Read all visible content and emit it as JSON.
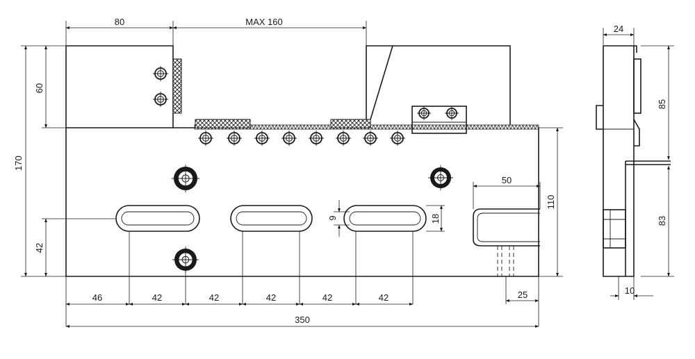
{
  "dimensions": {
    "top_80": "80",
    "top_max160": "MAX 160",
    "left_170": "170",
    "left_60": "60",
    "left_42": "42",
    "bottom_46": "46",
    "bottom_42_a": "42",
    "bottom_42_b": "42",
    "bottom_42_c": "42",
    "bottom_42_d": "42",
    "bottom_42_e": "42",
    "bottom_350": "350",
    "slot_9": "9",
    "slot_18": "18",
    "right_110": "110",
    "bracket_50": "50",
    "bracket_25": "25",
    "side_24": "24",
    "side_85": "85",
    "side_83": "83",
    "side_10": "10"
  },
  "colors": {
    "line": "#1a1a1a",
    "background": "#ffffff"
  }
}
